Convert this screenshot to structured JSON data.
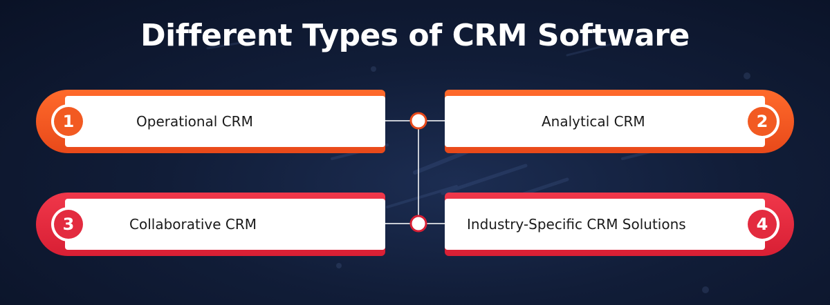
{
  "title": "Different Types of CRM Software",
  "items": [
    {
      "number": "1",
      "label": "Operational CRM",
      "color": "#f25a22"
    },
    {
      "number": "2",
      "label": "Analytical CRM",
      "color": "#f25a22"
    },
    {
      "number": "3",
      "label": "Collaborative CRM",
      "color": "#e32b3f"
    },
    {
      "number": "4",
      "label": "Industry-Specific CRM Solutions",
      "color": "#e32b3f"
    }
  ],
  "colors": {
    "background": "#111d38",
    "orange": "#f25a22",
    "red": "#e32b3f",
    "connector": "#c8ccd4"
  }
}
